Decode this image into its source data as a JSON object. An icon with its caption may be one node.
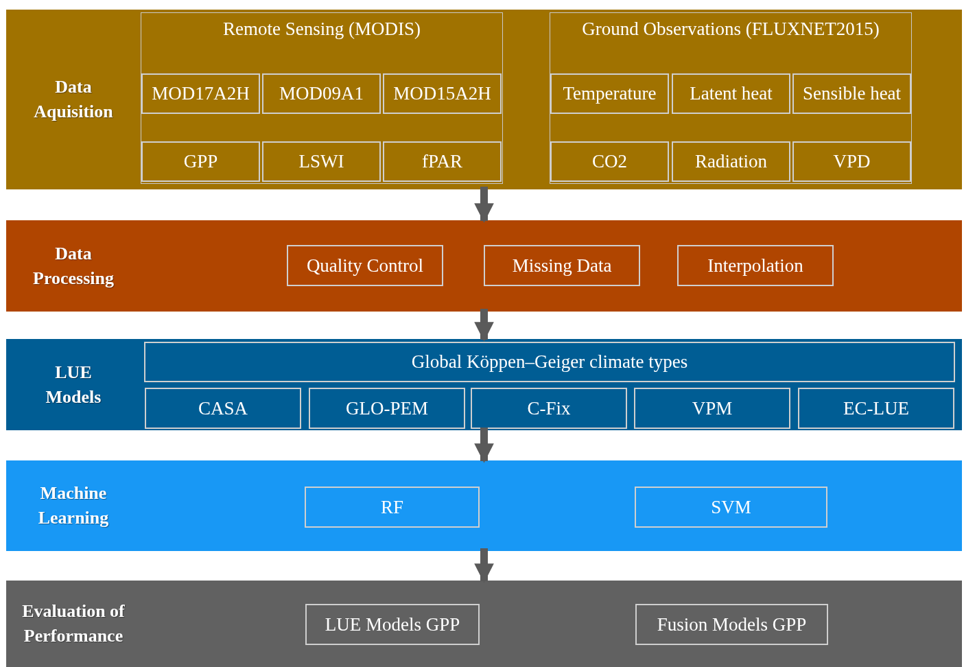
{
  "diagram": {
    "nodes": [
      {
        "text": [
          "Data Aquisition"
        ]
      },
      {
        "text": [
          "Remote Sensing (MODIS)"
        ],
        "in": 0
      },
      {
        "text": [
          "MOD17A2H"
        ],
        "in": 1
      },
      {
        "text": [
          "MOD09A1"
        ],
        "in": 1
      },
      {
        "text": [
          "MOD15A2H"
        ],
        "in": 1
      },
      {
        "text": [
          "GPP"
        ],
        "in": 1
      },
      {
        "text": [
          "LSWI"
        ],
        "in": 1
      },
      {
        "text": [
          "fPAR"
        ],
        "in": 1
      },
      {
        "text": [
          "Ground Observations (FLUXNET2015)"
        ],
        "in": 0
      },
      {
        "text": [
          "Temperature"
        ],
        "in": 8
      },
      {
        "text": [
          "Latent heat"
        ],
        "in": 8
      },
      {
        "text": [
          "Sensible heat"
        ],
        "in": 8
      },
      {
        "text": [
          "CO2"
        ],
        "in": 8
      },
      {
        "text": [
          "Radiation"
        ],
        "in": 8
      },
      {
        "text": [
          "VPD"
        ],
        "in": 8
      },
      {
        "text": [
          "Data Processing"
        ]
      },
      {
        "text": [
          "Quality Control"
        ],
        "in": 15
      },
      {
        "text": [
          "Missing Data"
        ],
        "in": 15
      },
      {
        "text": [
          "Interpolation"
        ],
        "in": 15
      },
      {
        "text": [
          "LUE Models"
        ]
      },
      {
        "text": [
          "Global Köppen–Geiger climate types"
        ],
        "in": 19
      },
      {
        "text": [
          "CASA"
        ],
        "in": 19
      },
      {
        "text": [
          "GLO-PEM"
        ],
        "in": 19
      },
      {
        "text": [
          "C-Fix"
        ],
        "in": 19
      },
      {
        "text": [
          "VPM"
        ],
        "in": 19
      },
      {
        "text": [
          "EC-LUE"
        ],
        "in": 19
      },
      {
        "text": [
          "Machine Learning"
        ]
      },
      {
        "text": [
          "RF"
        ],
        "in": 26
      },
      {
        "text": [
          "SVM"
        ],
        "in": 26
      },
      {
        "text": [
          "Evaluation of Performance"
        ]
      },
      {
        "text": [
          "LUE Models GPP"
        ],
        "in": 29
      },
      {
        "text": [
          "Fusion Models GPP"
        ],
        "in": 29
      }
    ],
    "edges": [
      {
        "from": 0,
        "to": 15,
        "arrow": "to"
      },
      {
        "from": 15,
        "to": 19,
        "arrow": "to"
      },
      {
        "from": 19,
        "to": 26,
        "arrow": "to"
      },
      {
        "from": 26,
        "to": 29,
        "arrow": "to"
      }
    ]
  }
}
